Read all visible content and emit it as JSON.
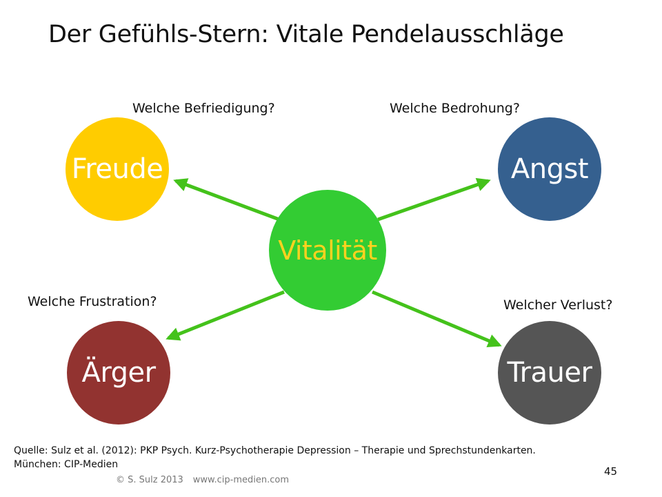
{
  "title": "Der Gefühls-Stern: Vitale Pendelausschläge",
  "center": {
    "label": "Vitalität",
    "fill": "#33CC33",
    "text_color": "#FFD21F"
  },
  "emotions": [
    {
      "label": "Freude",
      "fill": "#FFCC00",
      "text_color": "#FFFFFF",
      "question": "Welche Befriedigung?"
    },
    {
      "label": "Angst",
      "fill": "#35608F",
      "text_color": "#FFFFFF",
      "question": "Welche Bedrohung?"
    },
    {
      "label": "Ärger",
      "fill": "#923330",
      "text_color": "#FFFFFF",
      "question": "Welche Frustration?"
    },
    {
      "label": "Trauer",
      "fill": "#555555",
      "text_color": "#FFFFFF",
      "question": "Welcher Verlust?"
    }
  ],
  "arrow_color": "#44C21B",
  "source": {
    "line1": "Quelle: Sulz et al. (2012): PKP Psych. Kurz-Psychotherapie Depression – Therapie und Sprechstundenkarten.",
    "line2": "München: CIP-Medien"
  },
  "footer": {
    "copyright": "© S. Sulz 2013",
    "url": "www.cip-medien.com"
  },
  "page_number": "45"
}
